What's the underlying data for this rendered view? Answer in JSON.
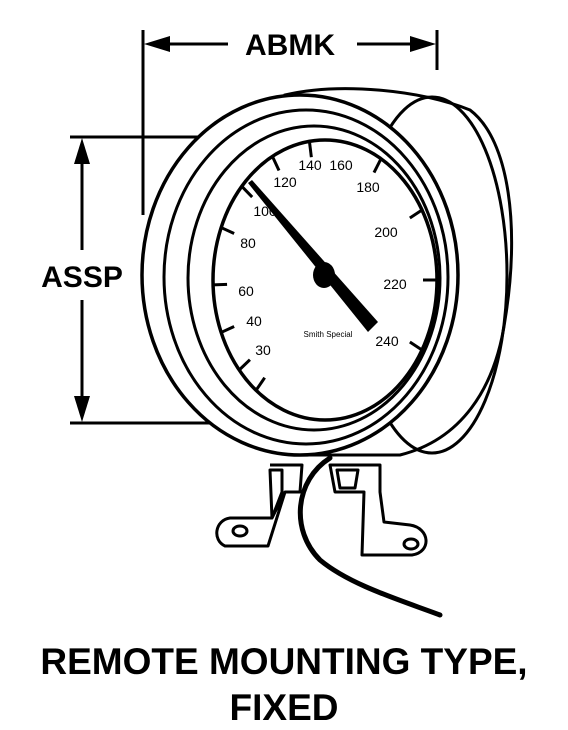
{
  "dimensions": {
    "width_label": "ABMK",
    "height_label": "ASSP"
  },
  "gauge": {
    "scale_labels": [
      "30",
      "40",
      "60",
      "80",
      "100",
      "120",
      "140",
      "160",
      "180",
      "200",
      "220",
      "240"
    ],
    "brand": "Smith Special",
    "needle_value": 100
  },
  "caption": {
    "line1": "REMOTE MOUNTING TYPE,",
    "line2": "FIXED"
  }
}
